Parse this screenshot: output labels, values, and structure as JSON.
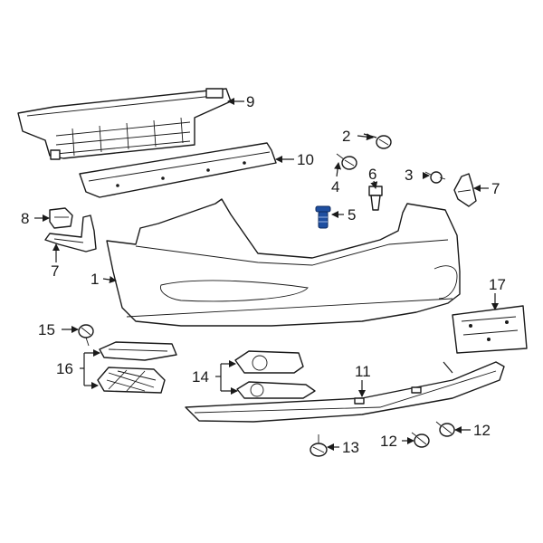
{
  "diagram": {
    "accent_color": "#1f4fa0",
    "highlighted_part": "5",
    "callouts": [
      "1",
      "2",
      "3",
      "4",
      "5",
      "6",
      "7",
      "7",
      "8",
      "9",
      "10",
      "11",
      "12",
      "12",
      "13",
      "14",
      "15",
      "16",
      "17"
    ]
  }
}
